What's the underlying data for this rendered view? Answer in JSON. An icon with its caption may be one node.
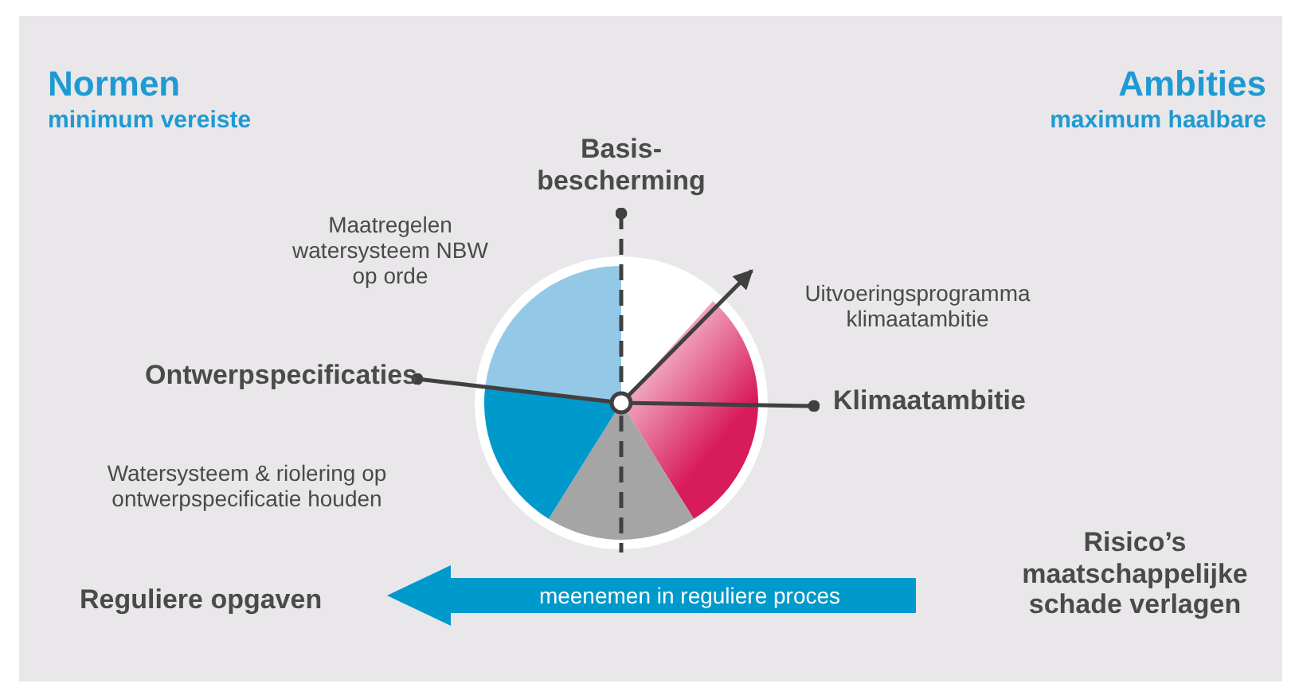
{
  "diagram": {
    "nodes": [
      {
        "text": [
          "Basis- bescherming"
        ]
      },
      {
        "text": [],
        "shape": "circle"
      },
      {
        "text": [
          "Uitvoeringsprogramma klimaatambitie"
        ]
      },
      {
        "text": [
          "Klimaatambitie"
        ]
      },
      {
        "text": [
          "Ontwerpspecificaties"
        ]
      },
      {
        "text": [
          "meenemen in reguliere proces"
        ]
      }
    ],
    "edges": [
      {
        "from": 0,
        "to": 1,
        "arrow": "other",
        "style": "dashed"
      },
      {
        "from": 4,
        "to": 1,
        "arrow": "other"
      },
      {
        "from": 3,
        "to": 1,
        "arrow": "other"
      },
      {
        "from": 1,
        "to": 2,
        "arrow": "to"
      }
    ],
    "labels": [
      "Normen",
      "minimum vereiste",
      "Ambities",
      "maximum haalbare",
      "Maatregelen watersysteem NBW op orde",
      "Watersysteem & riolering op ontwerpspecificatie houden",
      "Reguliere opgaven",
      "Risico’s maatschappelijke schade verlagen"
    ]
  }
}
